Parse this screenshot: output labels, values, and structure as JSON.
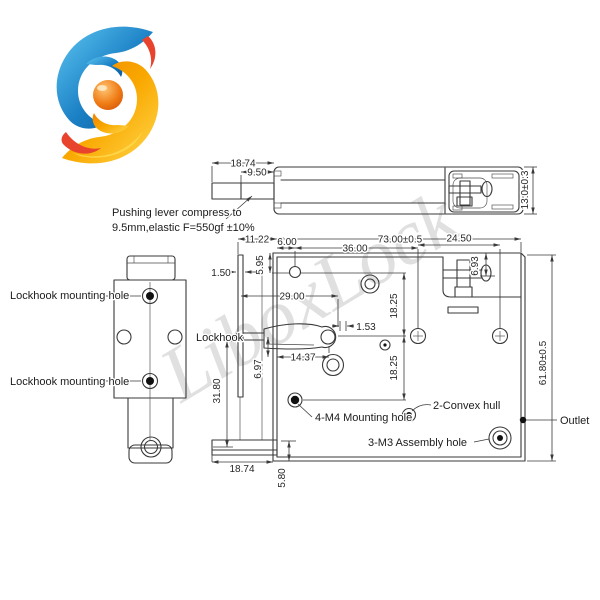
{
  "watermark_text": "LiboxLock",
  "logo": {
    "alt": "LiboxLock swirl logo",
    "blue": "#1273bf",
    "orange": "#f9a800",
    "red": "#e8432c",
    "ball": "#ef7c15"
  },
  "notes": {
    "pushing_lever_line1": "Pushing lever compress to",
    "pushing_lever_line2": "9.5mm,elastic F=550gf ±10%"
  },
  "labels": {
    "lockhook_mount_top": "Lockhook mounting hole",
    "lockhook_mount_bottom": "Lockhook mounting hole",
    "lockhook": "Lockhook",
    "m4_mounting": "4-M4 Mounting hole",
    "convex_hull": "2-Convex hull",
    "m3_assembly": "3-M3 Assembly hole",
    "outlet": "Outlet"
  },
  "dims": {
    "lever_len": "18.74",
    "lever_travel": "9.50",
    "body_height": "13.0±0.3",
    "d1122": "11.22",
    "d73": "73.00±0.5",
    "d600": "6.00",
    "d3600": "36.00",
    "d2450": "24.50",
    "d595": "5.95",
    "d693": "6.93",
    "d150": "1.50",
    "d2900": "29.00",
    "d1825a": "18.25",
    "d1825b": "18.25",
    "d153": "1.53",
    "d1437": "14.37",
    "d697": "6.97",
    "d3180": "31.80",
    "d6180": "61.80±0.5",
    "d1874b": "18.74",
    "d580": "5.80"
  }
}
